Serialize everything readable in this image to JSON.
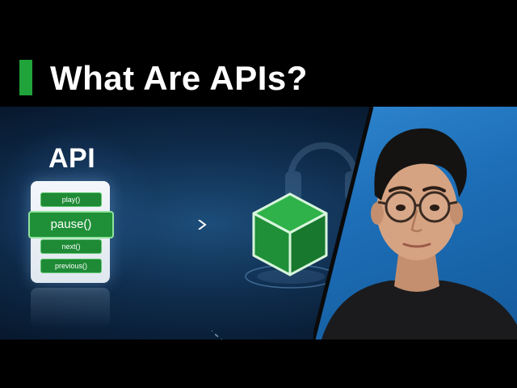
{
  "header": {
    "title": "What Are APIs?",
    "accent_color": "#1fa33a"
  },
  "illustration": {
    "api_label": "API",
    "methods": [
      "play()",
      "pause()",
      "next()",
      "previous()"
    ],
    "highlighted_method": "pause()",
    "target_icon": "cube-icon",
    "background_icon": "headphones-icon",
    "colors": {
      "method_green": "#1e8a35",
      "cube_green": "#1fa33a",
      "background_blue": "#0f2c4c"
    }
  },
  "presenter": {
    "icon": "presenter-avatar",
    "background_color": "#1d6fb8"
  }
}
